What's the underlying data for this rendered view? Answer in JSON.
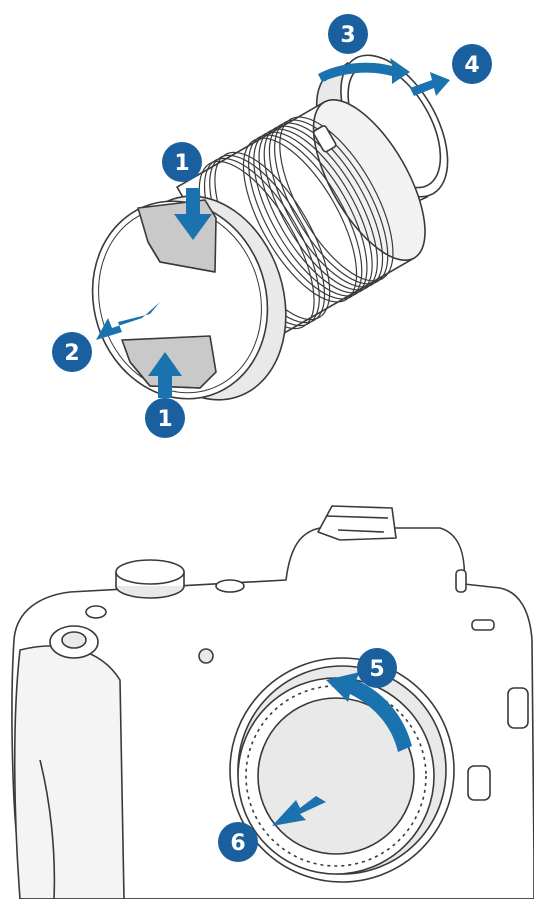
{
  "colors": {
    "line": "#3a3a3a",
    "fill": "#ffffff",
    "shade": "#e9e9e9",
    "dark_shade": "#c9c9c9",
    "arrow": "#1a73ae",
    "badge": "#1a5f9e",
    "badge_text": "#ffffff"
  },
  "steps": {
    "lens_cap_press_top": "1",
    "lens_cap_pull": "2",
    "lens_rear_cap_rotate": "3",
    "lens_rear_cap_remove": "4",
    "lens_cap_press_bottom": "1",
    "body_cap_rotate": "5",
    "body_cap_remove": "6"
  },
  "icons": {
    "lens": "camera-lens-illustration",
    "camera": "camera-body-illustration"
  }
}
